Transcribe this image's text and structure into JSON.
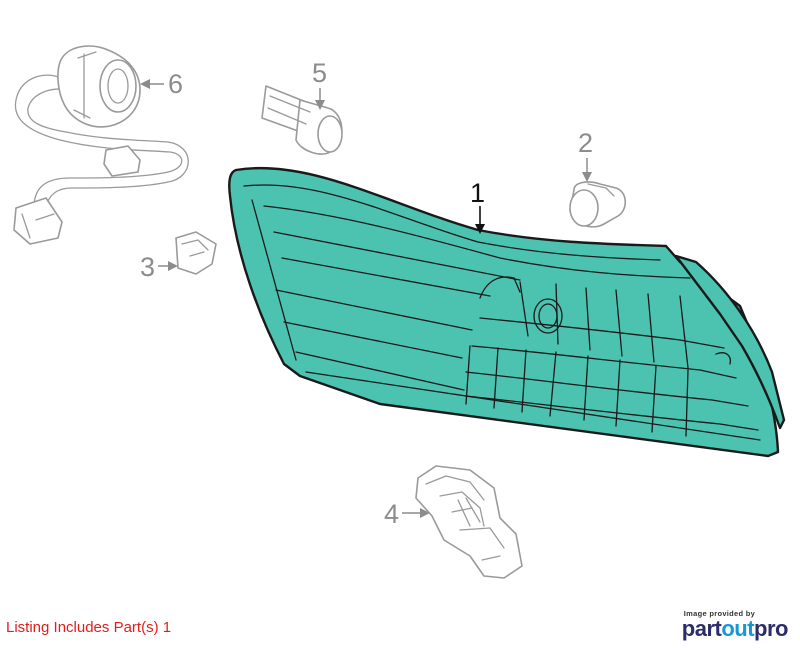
{
  "callouts": [
    {
      "number": "1",
      "part": "lamp-assembly"
    },
    {
      "number": "2",
      "part": "retainer"
    },
    {
      "number": "3",
      "part": "clip"
    },
    {
      "number": "4",
      "part": "bracket"
    },
    {
      "number": "5",
      "part": "bulb"
    },
    {
      "number": "6",
      "part": "socket-and-wire"
    }
  ],
  "listing_note": "Listing Includes Part(s) 1",
  "attribution": {
    "provided_by": "Image provided by",
    "brand_part": "part",
    "brand_out": "out",
    "brand_pro": "pro"
  },
  "colors": {
    "highlight_fill": "#4cc2b0",
    "part_gray": "#9a9a9a",
    "note_red": "#e0201c",
    "brand_navy": "#2b2d6b",
    "brand_blue": "#1598d6"
  }
}
